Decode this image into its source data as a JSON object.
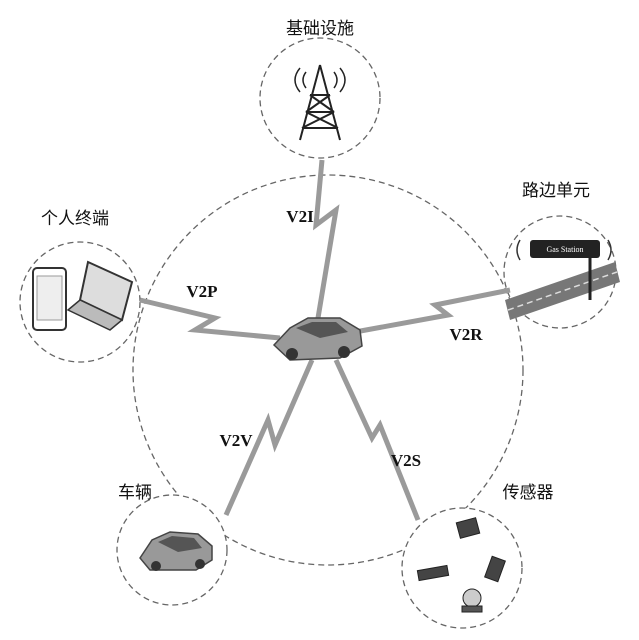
{
  "nodes": {
    "infrastructure": "基础设施",
    "roadside_unit": "路边单元",
    "personal_terminal": "个人终端",
    "vehicle": "车辆",
    "sensor": "传感器"
  },
  "links": {
    "v2i": "V2I",
    "v2p": "V2P",
    "v2r": "V2R",
    "v2v": "V2V",
    "v2s": "V2S"
  },
  "roadside_sign": "Gas Station",
  "colors": {
    "dash": "#666666",
    "bolt": "#999999"
  }
}
